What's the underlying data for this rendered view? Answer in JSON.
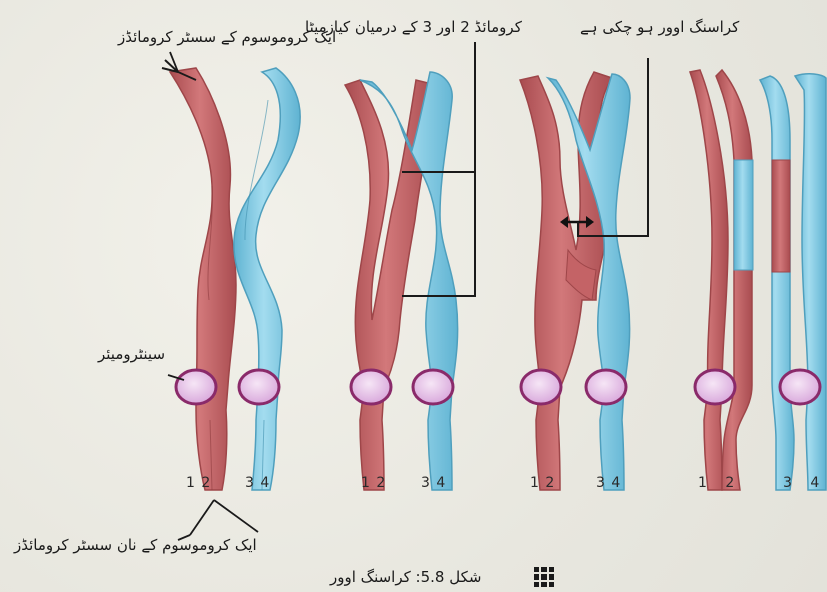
{
  "labels": {
    "sister_chromatids": "ایک کروموسوم کے سسٹر کرومائڈز",
    "between_chromatids": "کرومائڈ 2 اور 3 کے درمیان کیازمیٹا",
    "crossing_over_done": "کراسنگ اوور ہو چکی ہے",
    "centromere": "سینٹرومیئر",
    "nonsister_chromatids": "ایک کروموسوم کے نان سسٹر کرومائڈز",
    "figure_caption": "شکل 5.8: کراسنگ اوور"
  },
  "chromatid_numbers": {
    "red": "1 2",
    "blue": "3 4"
  },
  "colors": {
    "red_chromosome": "#c46366",
    "red_edge": "#9e4649",
    "blue_chromosome": "#7fcbe3",
    "blue_edge": "#4f9fbd",
    "centromere_fill": "#e3c3e6",
    "centromere_edge": "#8a2a6a",
    "background": "#ecebe4"
  },
  "icons": [
    "figure-grid-icon",
    "double-arrow-icon"
  ]
}
